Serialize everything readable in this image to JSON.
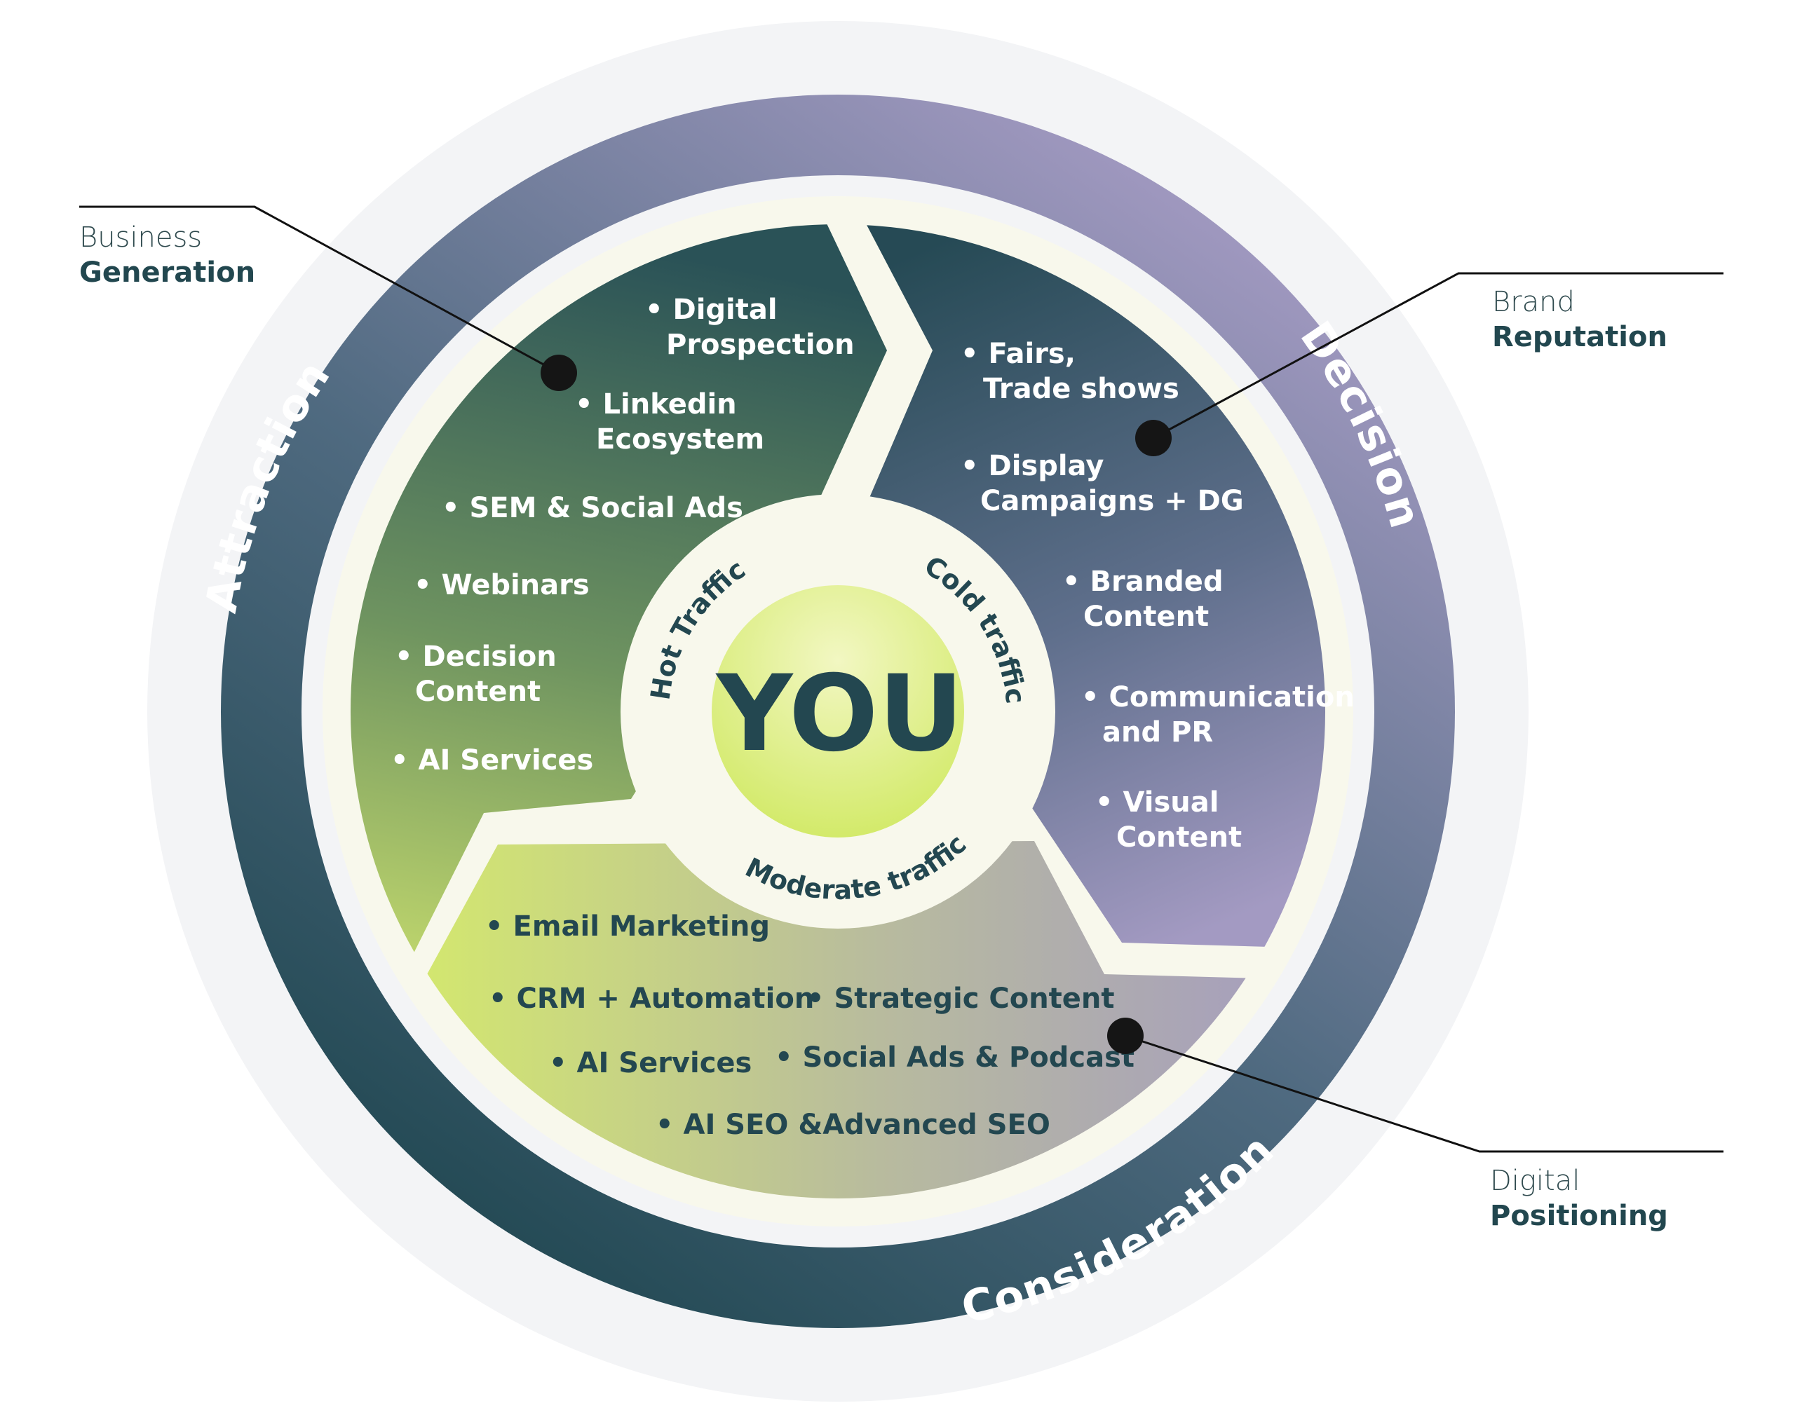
{
  "colors": {
    "ring_dark": "#244a55",
    "ring_light": "#a39ac2",
    "outer_halo": "#f3f4f6",
    "cream": "#f8f8ec",
    "you_center": "#d6ec74",
    "green_dark": "#2a5257",
    "green_light": "#d5e870",
    "text_dark": "#234750"
  },
  "ring": {
    "attraction": "Attraction",
    "decision": "Decision",
    "consideration": "Consideration"
  },
  "center": {
    "you": "YOU",
    "hot": "Hot Traffic",
    "cold": "Cold traffic",
    "moderate": "Moderate traffic"
  },
  "callouts": {
    "business": {
      "line1": "Business",
      "line2": "Generation"
    },
    "brand": {
      "line1": "Brand",
      "line2": "Reputation"
    },
    "digital": {
      "line1": "Digital",
      "line2": "Positioning"
    }
  },
  "attraction_items": [
    [
      "• Digital",
      "Prospection"
    ],
    [
      "• Linkedin",
      "Ecosystem"
    ],
    [
      "• SEM & Social Ads"
    ],
    [
      "• Webinars"
    ],
    [
      "• Decision",
      "Content"
    ],
    [
      "• AI Services"
    ]
  ],
  "decision_items": [
    [
      "• Fairs,",
      "Trade shows"
    ],
    [
      "•  Display",
      "Campaigns + DG"
    ],
    [
      "• Branded",
      "Content"
    ],
    [
      "• Communication",
      "and PR"
    ],
    [
      "• Visual",
      "Content"
    ]
  ],
  "consideration_items": [
    "• Email Marketing",
    "• CRM + Automation",
    "• Strategic Content",
    "• AI Services",
    "• Social Ads & Podcast",
    "• AI SEO &Advanced SEO"
  ]
}
